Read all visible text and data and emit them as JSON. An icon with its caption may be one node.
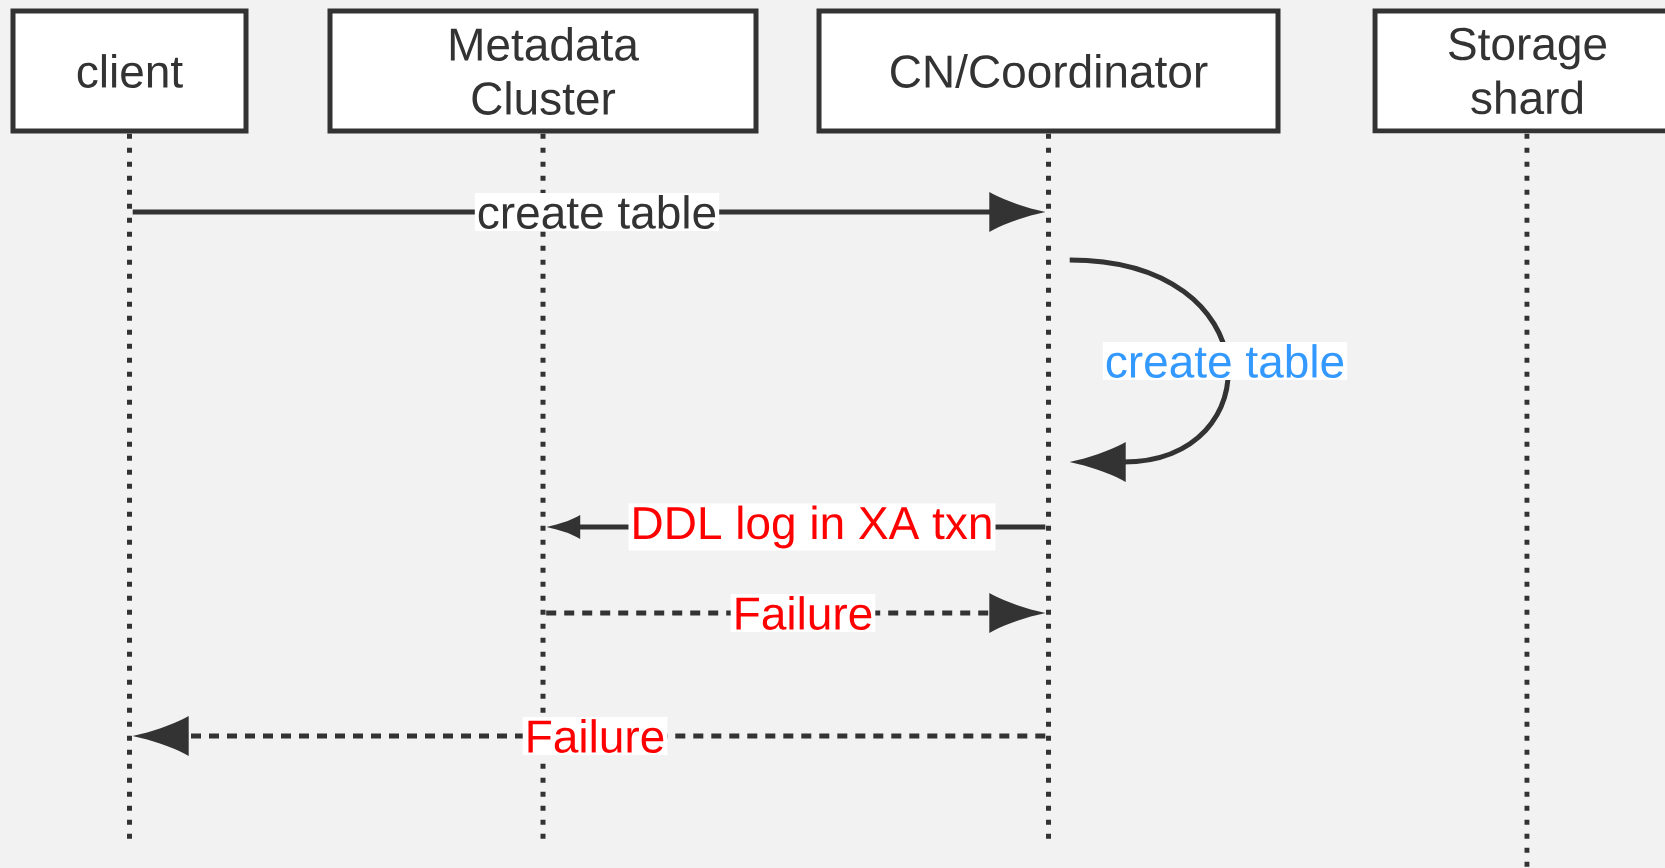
{
  "diagram": {
    "nodes": [
      {
        "text": [
          "client"
        ]
      },
      {
        "text": [
          "Metadata Cluster"
        ]
      },
      {
        "text": [
          "CN/Coordinator"
        ]
      },
      {
        "text": [
          "Storage shard"
        ]
      },
      {
        "text": [],
        "shape": "line"
      },
      {
        "text": [],
        "shape": "line"
      },
      {
        "text": [],
        "shape": "line"
      },
      {
        "text": [],
        "shape": "line"
      }
    ],
    "edges": [
      {
        "from": 4,
        "to": 6,
        "arrow": "to",
        "label": "create table"
      },
      {
        "from": 6,
        "to": 6,
        "arrow": "to",
        "label": "create table"
      },
      {
        "from": 6,
        "to": 5,
        "arrow": "to",
        "label": "DDL log in XA txn"
      },
      {
        "from": 5,
        "to": 6,
        "arrow": "to",
        "label": "Failure",
        "style": "dashed"
      },
      {
        "from": 6,
        "to": 4,
        "arrow": "to",
        "label": "Failure",
        "style": "dashed"
      }
    ]
  }
}
